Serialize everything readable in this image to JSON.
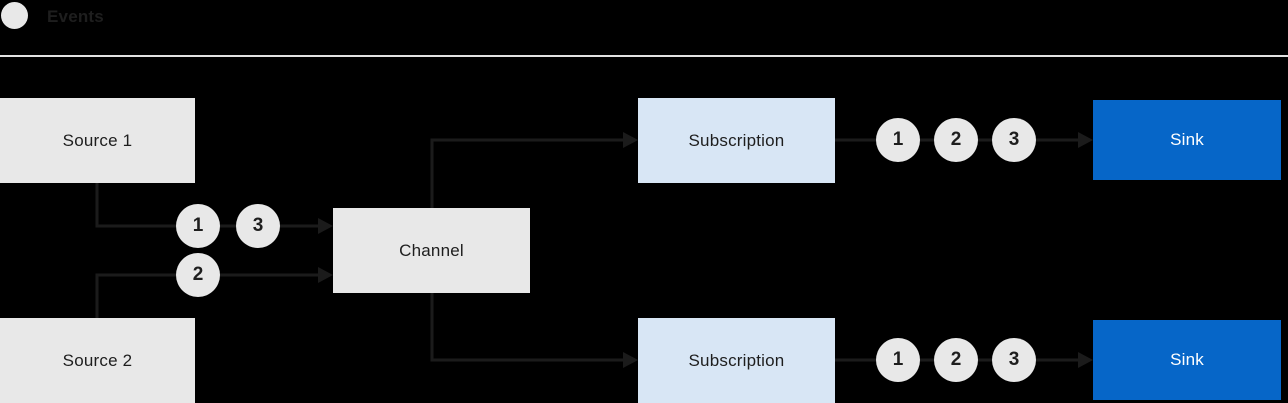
{
  "legend": {
    "label": "Events",
    "swatch_icon": "event-circle",
    "swatch_color": "#e8e8e8"
  },
  "nodes": {
    "source1": "Source 1",
    "source2": "Source 2",
    "channel": "Channel",
    "subscription_top": "Subscription",
    "subscription_bottom": "Subscription",
    "sink_top": "Sink",
    "sink_bottom": "Sink"
  },
  "events": {
    "source1_to_channel": [
      "1",
      "3"
    ],
    "source2_to_channel": [
      "2"
    ],
    "subscription_top_to_sink": [
      "1",
      "2",
      "3"
    ],
    "subscription_bottom_to_sink": [
      "1",
      "2",
      "3"
    ]
  },
  "colors": {
    "background": "#000000",
    "box_gray": "#e8e8e8",
    "box_light_blue": "#d8e6f5",
    "box_blue": "#0666c8",
    "connector": "#1b1b1b",
    "text_dark": "#1e1e1e",
    "text_light": "#ffffff",
    "divider": "#e2e2e2"
  }
}
